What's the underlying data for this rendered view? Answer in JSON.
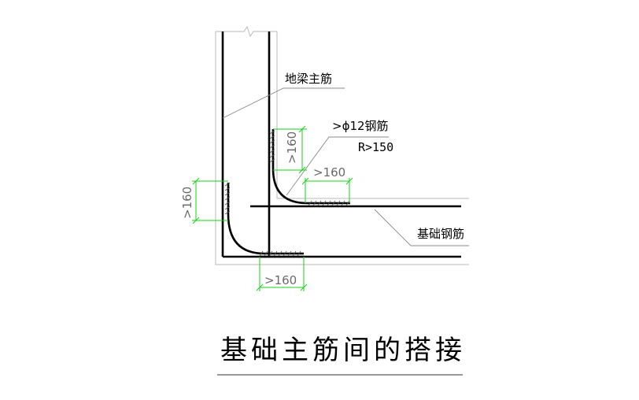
{
  "labels": {
    "beam_main_bar": "地梁主筋",
    "bar_spec_line1": ">ϕ12钢筋",
    "bar_spec_line2": "R>150",
    "foundation_bar": "基础钢筋"
  },
  "dimensions": {
    "inner_vertical": ">160",
    "inner_horizontal": ">160",
    "outer_vertical": ">160",
    "outer_horizontal": ">160"
  },
  "title": "基础主筋间的搭接",
  "colors": {
    "rebar": "#000000",
    "outline": "#b8b8b8",
    "leader": "#8a8a8a",
    "dimension": "#19d119"
  }
}
